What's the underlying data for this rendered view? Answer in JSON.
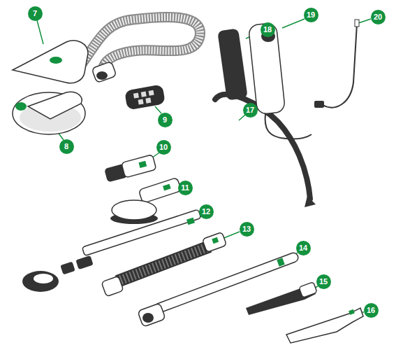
{
  "diagram": {
    "nodes": [
      {
        "text": [
          "7"
        ]
      },
      {
        "text": [
          "8"
        ]
      },
      {
        "text": [
          "9"
        ]
      },
      {
        "text": [
          "10"
        ]
      },
      {
        "text": [
          "11"
        ]
      },
      {
        "text": [
          "12"
        ]
      },
      {
        "text": [
          "13"
        ]
      },
      {
        "text": [
          "14"
        ]
      },
      {
        "text": [
          "15"
        ]
      },
      {
        "text": [
          "16"
        ]
      },
      {
        "text": [
          "17"
        ]
      },
      {
        "text": [
          "18"
        ]
      },
      {
        "text": [
          "19"
        ]
      },
      {
        "text": [
          "20"
        ]
      }
    ]
  }
}
